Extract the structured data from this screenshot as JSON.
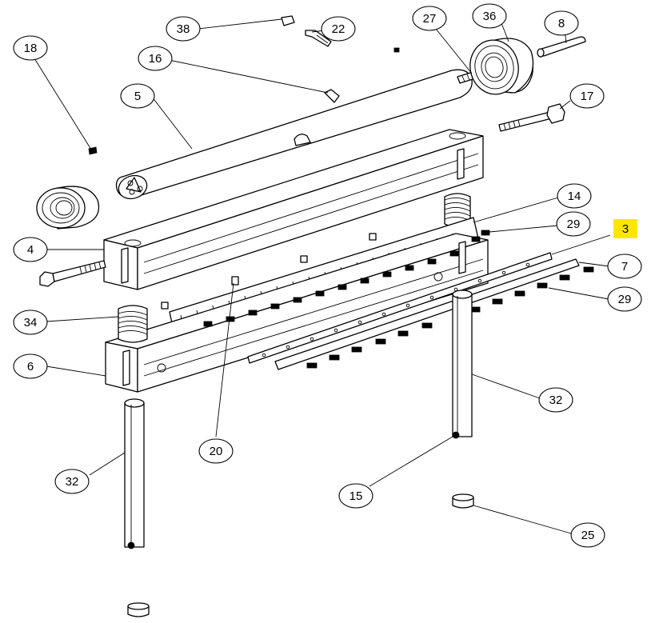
{
  "callouts": [
    {
      "id": "c18",
      "label": "18"
    },
    {
      "id": "c38",
      "label": "38"
    },
    {
      "id": "c22",
      "label": "22"
    },
    {
      "id": "c27",
      "label": "27"
    },
    {
      "id": "c36",
      "label": "36"
    },
    {
      "id": "c8",
      "label": "8"
    },
    {
      "id": "c16",
      "label": "16"
    },
    {
      "id": "c5",
      "label": "5"
    },
    {
      "id": "c17",
      "label": "17"
    },
    {
      "id": "c14",
      "label": "14"
    },
    {
      "id": "c29a",
      "label": "29"
    },
    {
      "id": "c3",
      "label": "3",
      "highlight": "#ffe600"
    },
    {
      "id": "c4",
      "label": "4"
    },
    {
      "id": "c7",
      "label": "7"
    },
    {
      "id": "c29b",
      "label": "29"
    },
    {
      "id": "c34",
      "label": "34"
    },
    {
      "id": "c6",
      "label": "6"
    },
    {
      "id": "c32a",
      "label": "32"
    },
    {
      "id": "c20",
      "label": "20"
    },
    {
      "id": "c32b",
      "label": "32"
    },
    {
      "id": "c15",
      "label": "15"
    },
    {
      "id": "c25",
      "label": "25"
    }
  ],
  "colors": {
    "line": "#000000",
    "background": "#ffffff",
    "highlight": "#ffe600"
  }
}
